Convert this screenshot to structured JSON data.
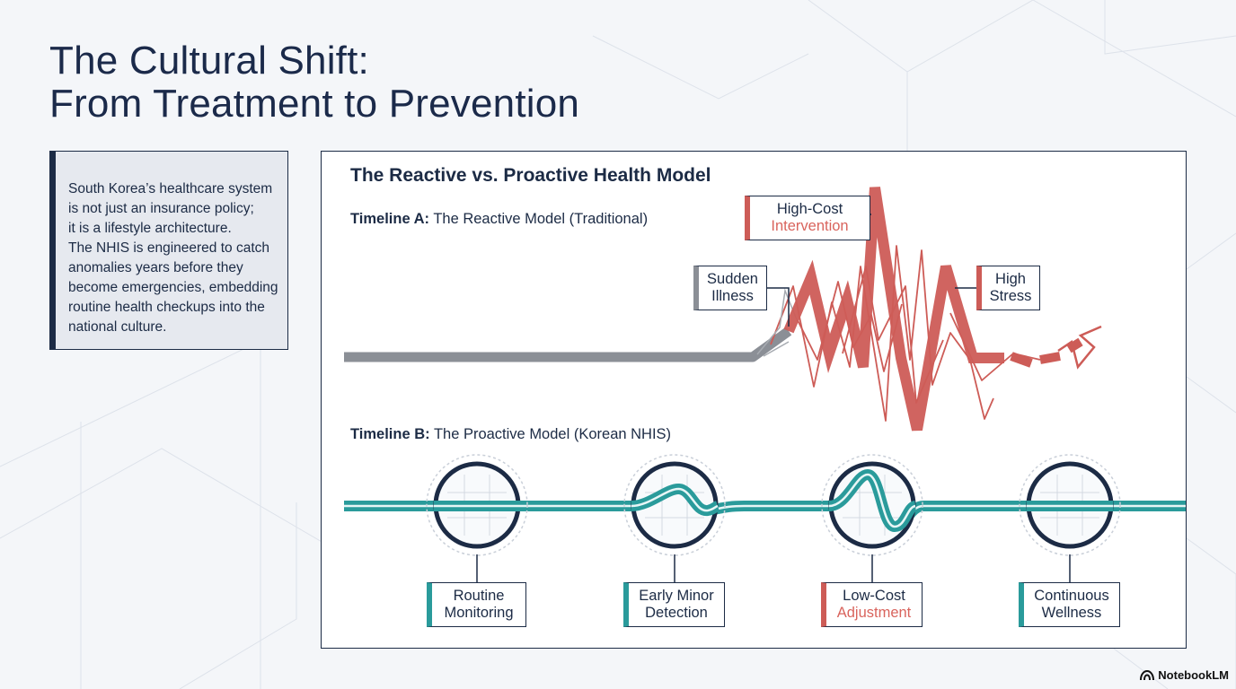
{
  "title": {
    "line1": "The Cultural Shift:",
    "line2": "From Treatment to Prevention"
  },
  "intro": {
    "line1": "South Korea’s healthcare system",
    "line2": "is not just an insurance policy;",
    "line3": "it is a lifestyle architecture.",
    "line4": "The NHIS is engineered to catch",
    "line5": "anomalies years before they",
    "line6": "become emergencies, embedding",
    "line7": "routine health checkups into the",
    "line8": "national culture."
  },
  "panel": {
    "title": "The Reactive vs. Proactive Health Model",
    "timeline_a": {
      "prefix": "Timeline A:",
      "text": "The Reactive Model (Traditional)"
    },
    "timeline_b": {
      "prefix": "Timeline B:",
      "text": "The Proactive Model (Korean NHIS)"
    }
  },
  "reactive_callouts": {
    "sudden_illness": {
      "line1": "Sudden",
      "line2": "Illness"
    },
    "high_cost": {
      "line1": "High-Cost",
      "line2": "Intervention"
    },
    "high_stress": {
      "line1": "High",
      "line2": "Stress"
    }
  },
  "proactive_callouts": {
    "routine": {
      "line1": "Routine",
      "line2": "Monitoring"
    },
    "early": {
      "line1": "Early Minor",
      "line2": "Detection"
    },
    "lowcost": {
      "line1": "Low-Cost",
      "line2": "Adjustment"
    },
    "continuous": {
      "line1": "Continuous",
      "line2": "Wellness"
    }
  },
  "colors": {
    "navy": "#1c2b45",
    "reactive_red": "#cd5c57",
    "baseline_grey": "#8b8f96",
    "proactive_teal": "#2a9b9b"
  },
  "brand": {
    "label": "NotebookLM",
    "icon": "notebooklm-logo-icon"
  }
}
